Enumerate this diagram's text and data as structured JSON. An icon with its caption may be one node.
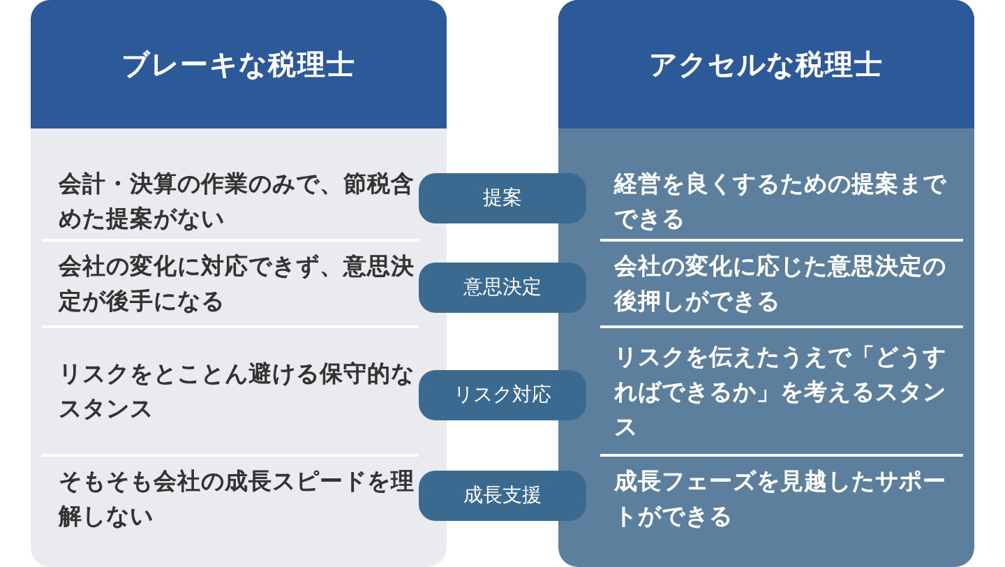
{
  "diagram": {
    "nodes": [
      {
        "text": [
          "ブレーキな税理士"
        ]
      },
      {
        "text": [
          "会計・決算の作業のみで、節税含めた提案がない"
        ],
        "in": 0
      },
      {
        "text": [
          "会社の変化に対応できず、意思決定が後手になる"
        ],
        "in": 0
      },
      {
        "text": [
          "リスクをとことん避ける保守的なスタンス"
        ],
        "in": 0
      },
      {
        "text": [
          "そもそも会社の成長スピードを理解しない"
        ],
        "in": 0
      },
      {
        "text": [
          "アクセルな税理士"
        ]
      },
      {
        "text": [
          "経営を良くするための提案までできる"
        ],
        "in": 5
      },
      {
        "text": [
          "会社の変化に応じた意思決定の後押しができる"
        ],
        "in": 5
      },
      {
        "text": [
          "リスクを伝えたうえで「どうすればできるか」を考えるスタンス"
        ],
        "in": 5
      },
      {
        "text": [
          "成長フェーズを見越したサポートができる"
        ],
        "in": 5
      },
      {
        "text": [
          "提案"
        ]
      },
      {
        "text": [
          "意思決定"
        ]
      },
      {
        "text": [
          "リスク対応"
        ]
      },
      {
        "text": [
          "成長支援"
        ]
      }
    ]
  }
}
